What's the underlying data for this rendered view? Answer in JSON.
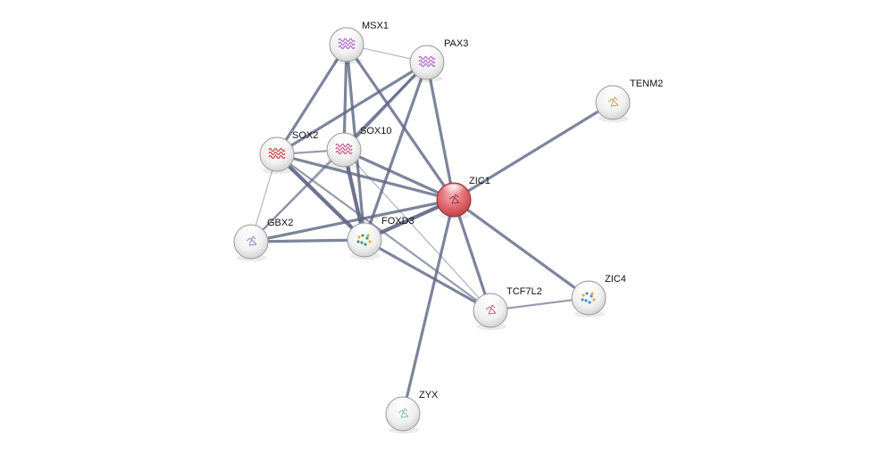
{
  "network": {
    "colors": {
      "node_fill": "#f2f2f2",
      "node_edge": "#9a9a9a",
      "query_node_fill": "#d9636a",
      "query_node_edge": "#8f2f35",
      "edge": "#5d6582",
      "label": "#111111"
    },
    "nodes": [
      {
        "id": "MSX1",
        "label": "MSX1",
        "query": false,
        "glyph": "helix",
        "glyph_color": "#b46acb"
      },
      {
        "id": "PAX3",
        "label": "PAX3",
        "query": false,
        "glyph": "helix",
        "glyph_color": "#b46acb"
      },
      {
        "id": "TENM2",
        "label": "TENM2",
        "query": false,
        "glyph": "scatter",
        "glyph_color": "#c9a24a"
      },
      {
        "id": "SOX2",
        "label": "SOX2",
        "query": false,
        "glyph": "helix",
        "glyph_color": "#d0484f"
      },
      {
        "id": "SOX10",
        "label": "SOX10",
        "query": false,
        "glyph": "helix",
        "glyph_color": "#c45a8f"
      },
      {
        "id": "ZIC1",
        "label": "ZIC1",
        "query": true,
        "glyph": "scatter",
        "glyph_color": "#a0304a"
      },
      {
        "id": "GBX2",
        "label": "GBX2",
        "query": false,
        "glyph": "scatter",
        "glyph_color": "#9a7ed0"
      },
      {
        "id": "FOXD3",
        "label": "FOXD3",
        "query": false,
        "glyph": "cluster",
        "glyph_color": "#3f9a6b"
      },
      {
        "id": "TCF7L2",
        "label": "TCF7L2",
        "query": false,
        "glyph": "scatter",
        "glyph_color": "#d05a70"
      },
      {
        "id": "ZIC4",
        "label": "ZIC4",
        "query": false,
        "glyph": "cluster",
        "glyph_color": "#4c8fd0"
      },
      {
        "id": "ZYX",
        "label": "ZYX",
        "query": false,
        "glyph": "scatter",
        "glyph_color": "#7fbf9f"
      }
    ],
    "edges": [
      {
        "source": "MSX1",
        "target": "PAX3",
        "strength": 1
      },
      {
        "source": "MSX1",
        "target": "SOX2",
        "strength": 3
      },
      {
        "source": "MSX1",
        "target": "SOX10",
        "strength": 3
      },
      {
        "source": "MSX1",
        "target": "ZIC1",
        "strength": 3
      },
      {
        "source": "MSX1",
        "target": "FOXD3",
        "strength": 3
      },
      {
        "source": "PAX3",
        "target": "SOX2",
        "strength": 3
      },
      {
        "source": "PAX3",
        "target": "SOX10",
        "strength": 3
      },
      {
        "source": "PAX3",
        "target": "ZIC1",
        "strength": 3
      },
      {
        "source": "PAX3",
        "target": "FOXD3",
        "strength": 3
      },
      {
        "source": "PAX3",
        "target": "GBX2",
        "strength": 2
      },
      {
        "source": "TENM2",
        "target": "ZIC1",
        "strength": 3
      },
      {
        "source": "SOX2",
        "target": "SOX10",
        "strength": 2
      },
      {
        "source": "SOX2",
        "target": "ZIC1",
        "strength": 3
      },
      {
        "source": "SOX2",
        "target": "FOXD3",
        "strength": 4
      },
      {
        "source": "SOX2",
        "target": "GBX2",
        "strength": 1
      },
      {
        "source": "SOX2",
        "target": "TCF7L2",
        "strength": 2
      },
      {
        "source": "SOX10",
        "target": "ZIC1",
        "strength": 3
      },
      {
        "source": "SOX10",
        "target": "FOXD3",
        "strength": 4
      },
      {
        "source": "SOX10",
        "target": "GBX2",
        "strength": 1
      },
      {
        "source": "SOX10",
        "target": "TCF7L2",
        "strength": 1
      },
      {
        "source": "ZIC1",
        "target": "FOXD3",
        "strength": 4
      },
      {
        "source": "ZIC1",
        "target": "GBX2",
        "strength": 3
      },
      {
        "source": "ZIC1",
        "target": "TCF7L2",
        "strength": 3
      },
      {
        "source": "ZIC1",
        "target": "ZIC4",
        "strength": 3
      },
      {
        "source": "ZIC1",
        "target": "ZYX",
        "strength": 3
      },
      {
        "source": "GBX2",
        "target": "FOXD3",
        "strength": 3
      },
      {
        "source": "FOXD3",
        "target": "TCF7L2",
        "strength": 3
      },
      {
        "source": "TCF7L2",
        "target": "ZIC4",
        "strength": 2
      }
    ]
  }
}
